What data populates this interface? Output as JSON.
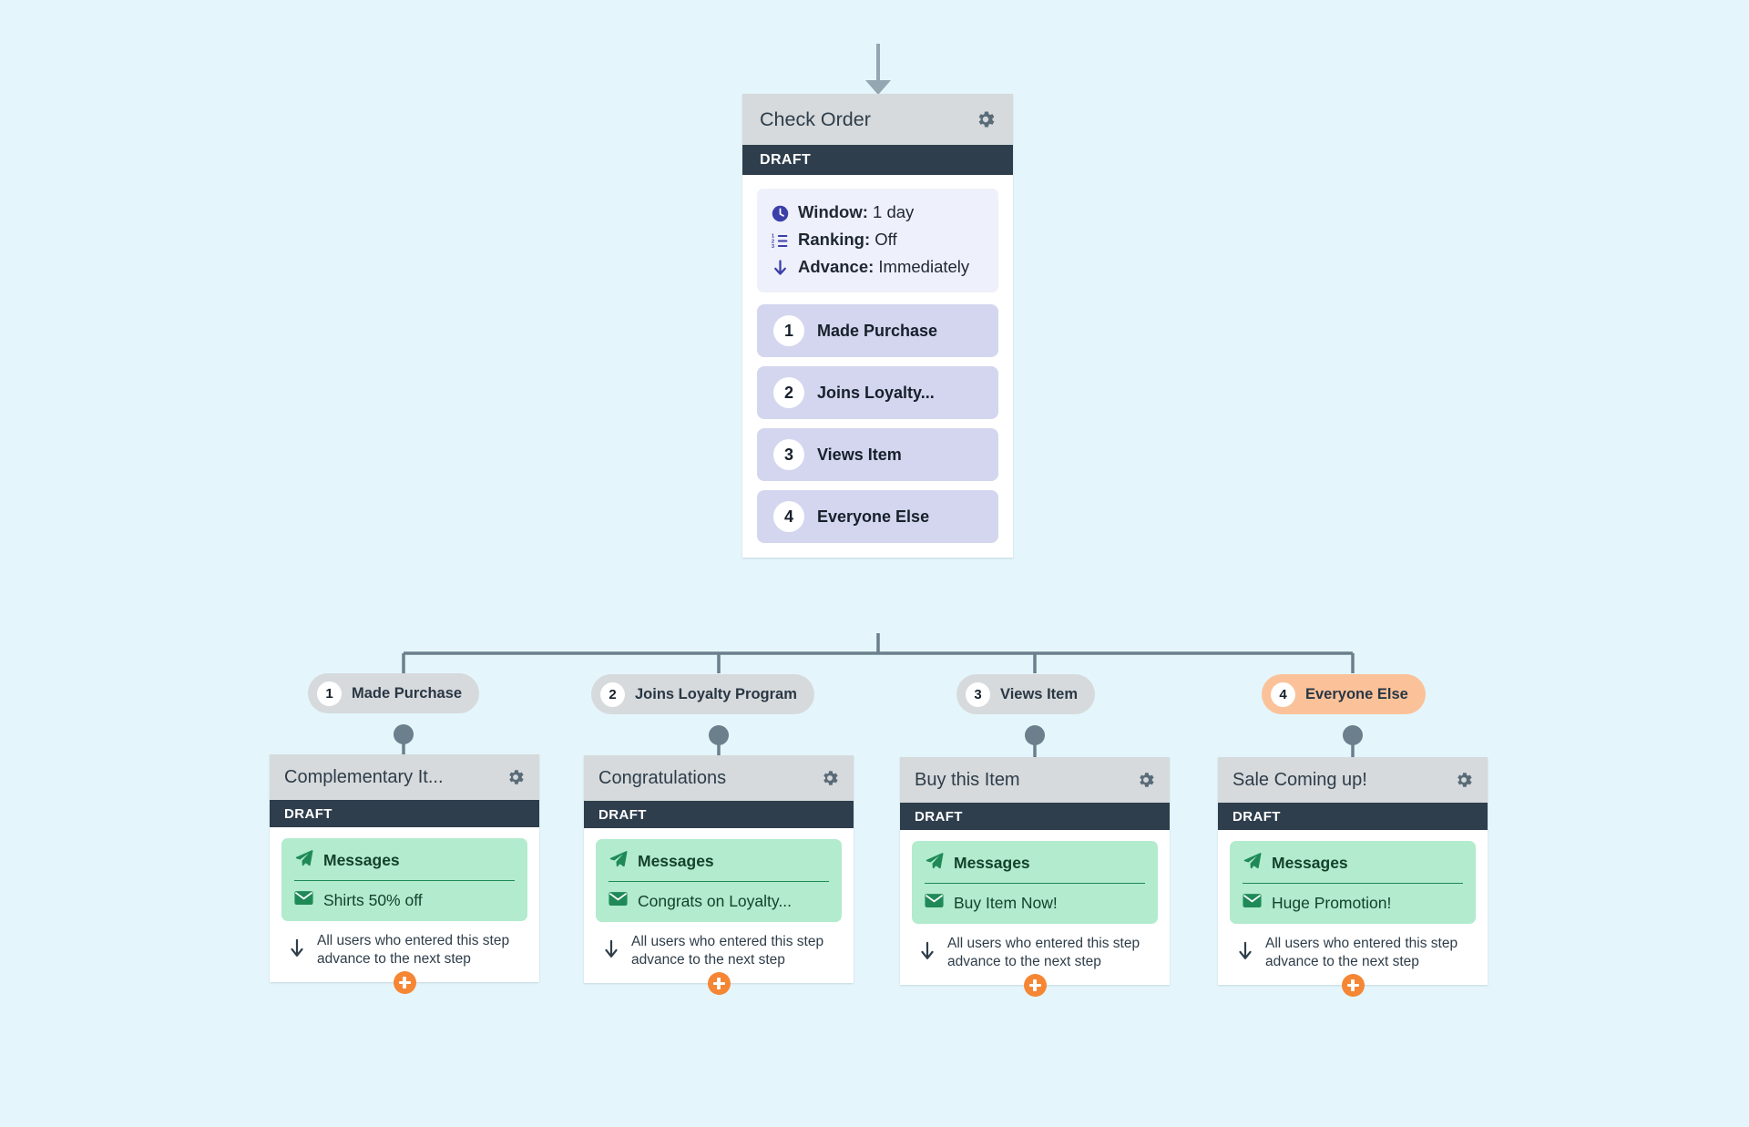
{
  "canvas": {
    "background_color": "#e4f6fb"
  },
  "main_card": {
    "title": "Check Order",
    "status": "DRAFT",
    "gear_icon": "gear-icon",
    "info": [
      {
        "icon": "clock-icon",
        "label": "Window:",
        "value": "1 day"
      },
      {
        "icon": "numbered-list-icon",
        "label": "Ranking:",
        "value": "Off"
      },
      {
        "icon": "arrow-down-icon",
        "label": "Advance:",
        "value": "Immediately"
      }
    ],
    "branches": [
      {
        "number": "1",
        "label": "Made Purchase"
      },
      {
        "number": "2",
        "label": "Joins Loyalty..."
      },
      {
        "number": "3",
        "label": "Views Item"
      },
      {
        "number": "4",
        "label": "Everyone Else"
      }
    ]
  },
  "pills": [
    {
      "number": "1",
      "label": "Made Purchase",
      "highlighted": false
    },
    {
      "number": "2",
      "label": "Joins Loyalty Program",
      "highlighted": false
    },
    {
      "number": "3",
      "label": "Views Item",
      "highlighted": false
    },
    {
      "number": "4",
      "label": "Everyone Else",
      "highlighted": true
    }
  ],
  "leaf_cards": [
    {
      "title": "Complementary It...",
      "status": "DRAFT",
      "messages_label": "Messages",
      "message_item": "Shirts 50% off",
      "advance_text": "All users who entered this step advance to the next step"
    },
    {
      "title": "Congratulations",
      "status": "DRAFT",
      "messages_label": "Messages",
      "message_item": "Congrats on Loyalty...",
      "advance_text": "All users who entered this step advance to the next step"
    },
    {
      "title": "Buy this Item",
      "status": "DRAFT",
      "messages_label": "Messages",
      "message_item": "Buy Item Now!",
      "advance_text": "All users who entered this step advance to the next step"
    },
    {
      "title": "Sale Coming up!",
      "status": "DRAFT",
      "messages_label": "Messages",
      "message_item": "Huge Promotion!",
      "advance_text": "All users who entered this step advance to the next step"
    }
  ],
  "colors": {
    "background": "#e4f6fb",
    "card_header": "#d6dadc",
    "status_bar": "#2f3e4d",
    "info_panel": "#eef0fb",
    "branch_item": "#d3d6ee",
    "message_box": "#b2ebcd",
    "message_text": "#14412c",
    "accent_pill": "#fbc29a",
    "accent_plus": "#f58634",
    "connector": "#6b7f8c",
    "info_icon": "#3b3fa8"
  }
}
